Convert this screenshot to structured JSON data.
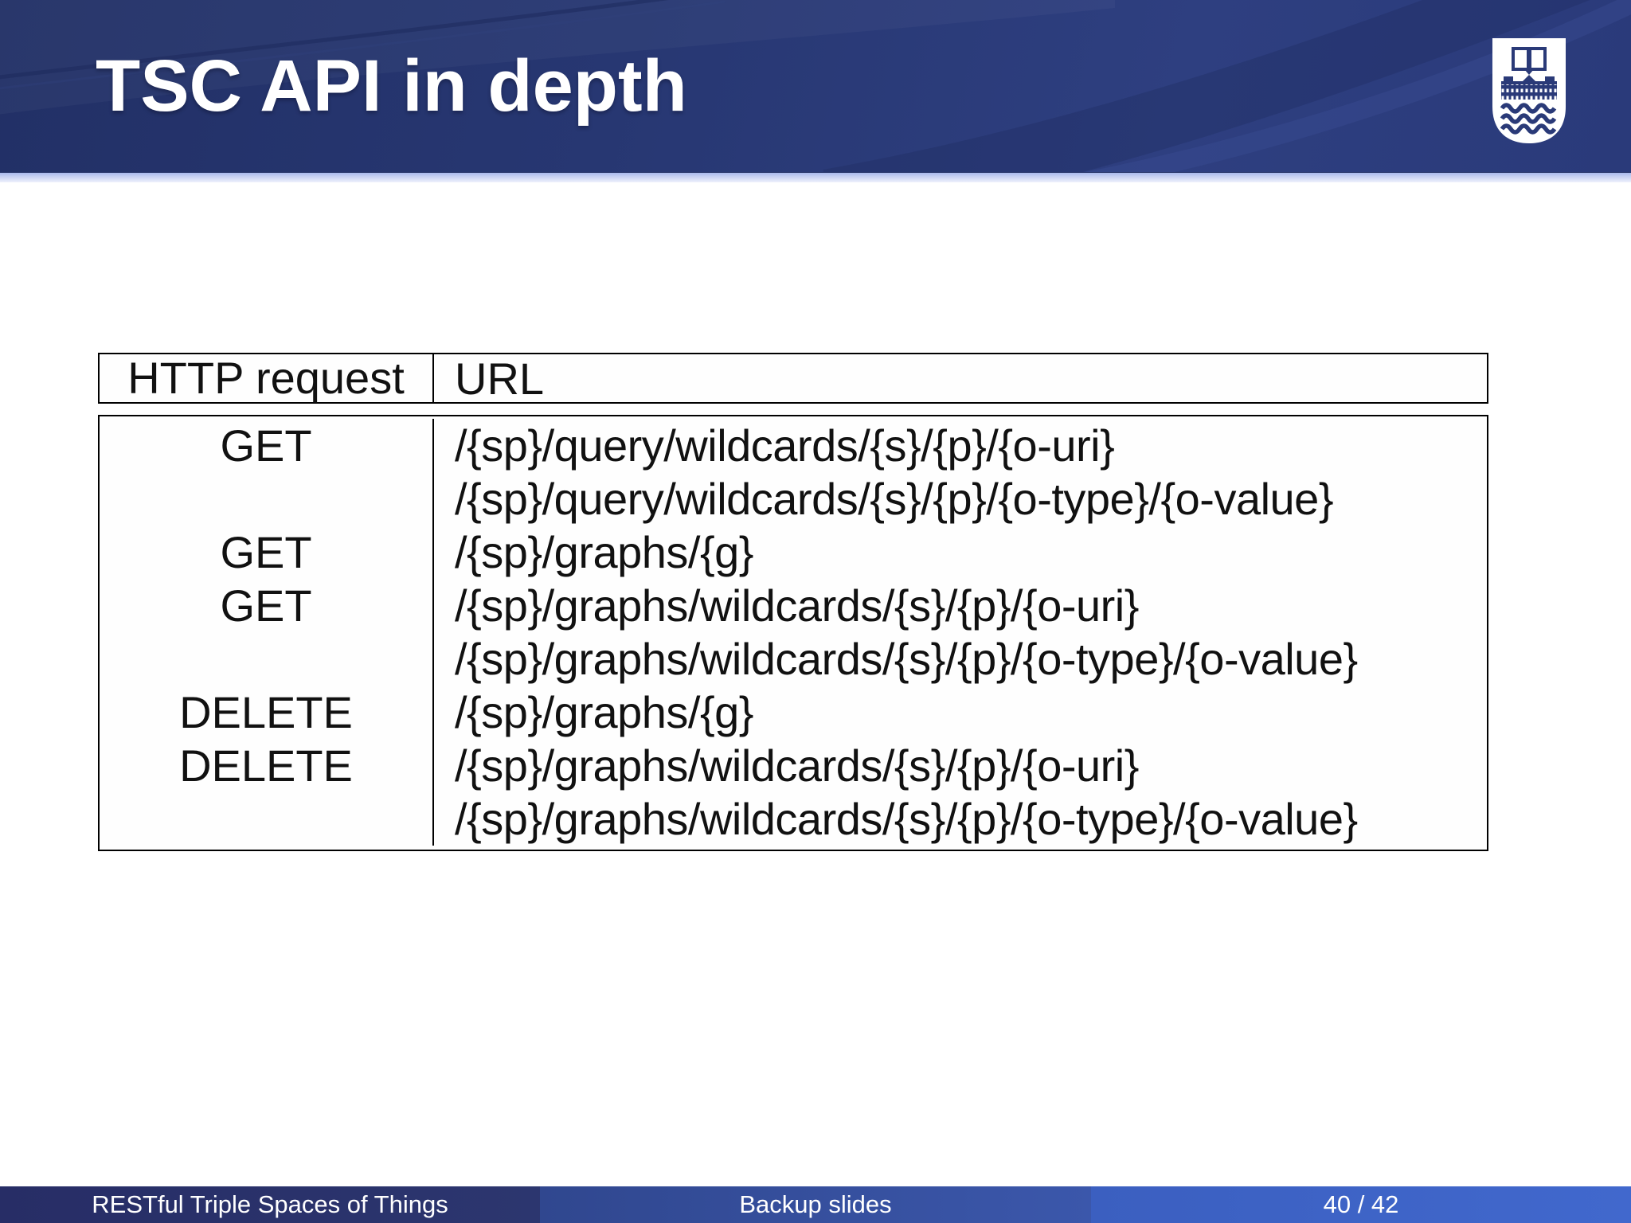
{
  "slide": {
    "title": "TSC API in depth",
    "logo_name": "university-crest",
    "table": {
      "headers": {
        "method": "HTTP request",
        "url": "URL"
      },
      "rows": [
        {
          "method": "GET",
          "urls": [
            "/{sp}/query/wildcards/{s}/{p}/{o-uri}",
            "/{sp}/query/wildcards/{s}/{p}/{o-type}/{o-value}"
          ]
        },
        {
          "method": "GET",
          "urls": [
            "/{sp}/graphs/{g}"
          ]
        },
        {
          "method": "GET",
          "urls": [
            "/{sp}/graphs/wildcards/{s}/{p}/{o-uri}",
            "/{sp}/graphs/wildcards/{s}/{p}/{o-type}/{o-value}"
          ]
        },
        {
          "method": "DELETE",
          "urls": [
            "/{sp}/graphs/{g}"
          ]
        },
        {
          "method": "DELETE",
          "urls": [
            "/{sp}/graphs/wildcards/{s}/{p}/{o-uri}",
            "/{sp}/graphs/wildcards/{s}/{p}/{o-type}/{o-value}"
          ]
        }
      ]
    },
    "footer": {
      "presentation_title": "RESTful Triple Spaces of Things",
      "section_name": "Backup slides",
      "page_number": "40 / 42"
    },
    "colors": {
      "header_blue": "#273772",
      "strip_blue": "#c7d0f2",
      "footer_left": "#2a3069",
      "footer_mid": "#3751a1",
      "footer_right": "#3f66c9",
      "crest_blue": "#2a3a78"
    }
  }
}
